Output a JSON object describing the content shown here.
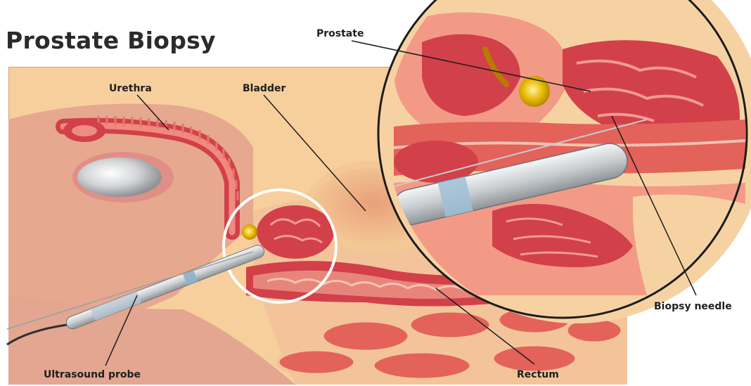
{
  "title": "Prostate Biopsy",
  "labels": {
    "urethra": "Urethra",
    "bladder": "Bladder",
    "prostate": "Prostate",
    "biopsy_needle": "Biopsy needle",
    "ultrasound_probe": "Ultrasound probe",
    "rectum": "Rectum"
  },
  "colors": {
    "background": "#ffffff",
    "panel": "#f7cf9c",
    "skin": "#e3a690",
    "tissue_red": "#d2404a",
    "tissue_pink": "#e67f7f",
    "fat_yellow": "#f9e0a8",
    "probe_gray": "#cfd3d6",
    "ring_white": "#ffffff"
  }
}
